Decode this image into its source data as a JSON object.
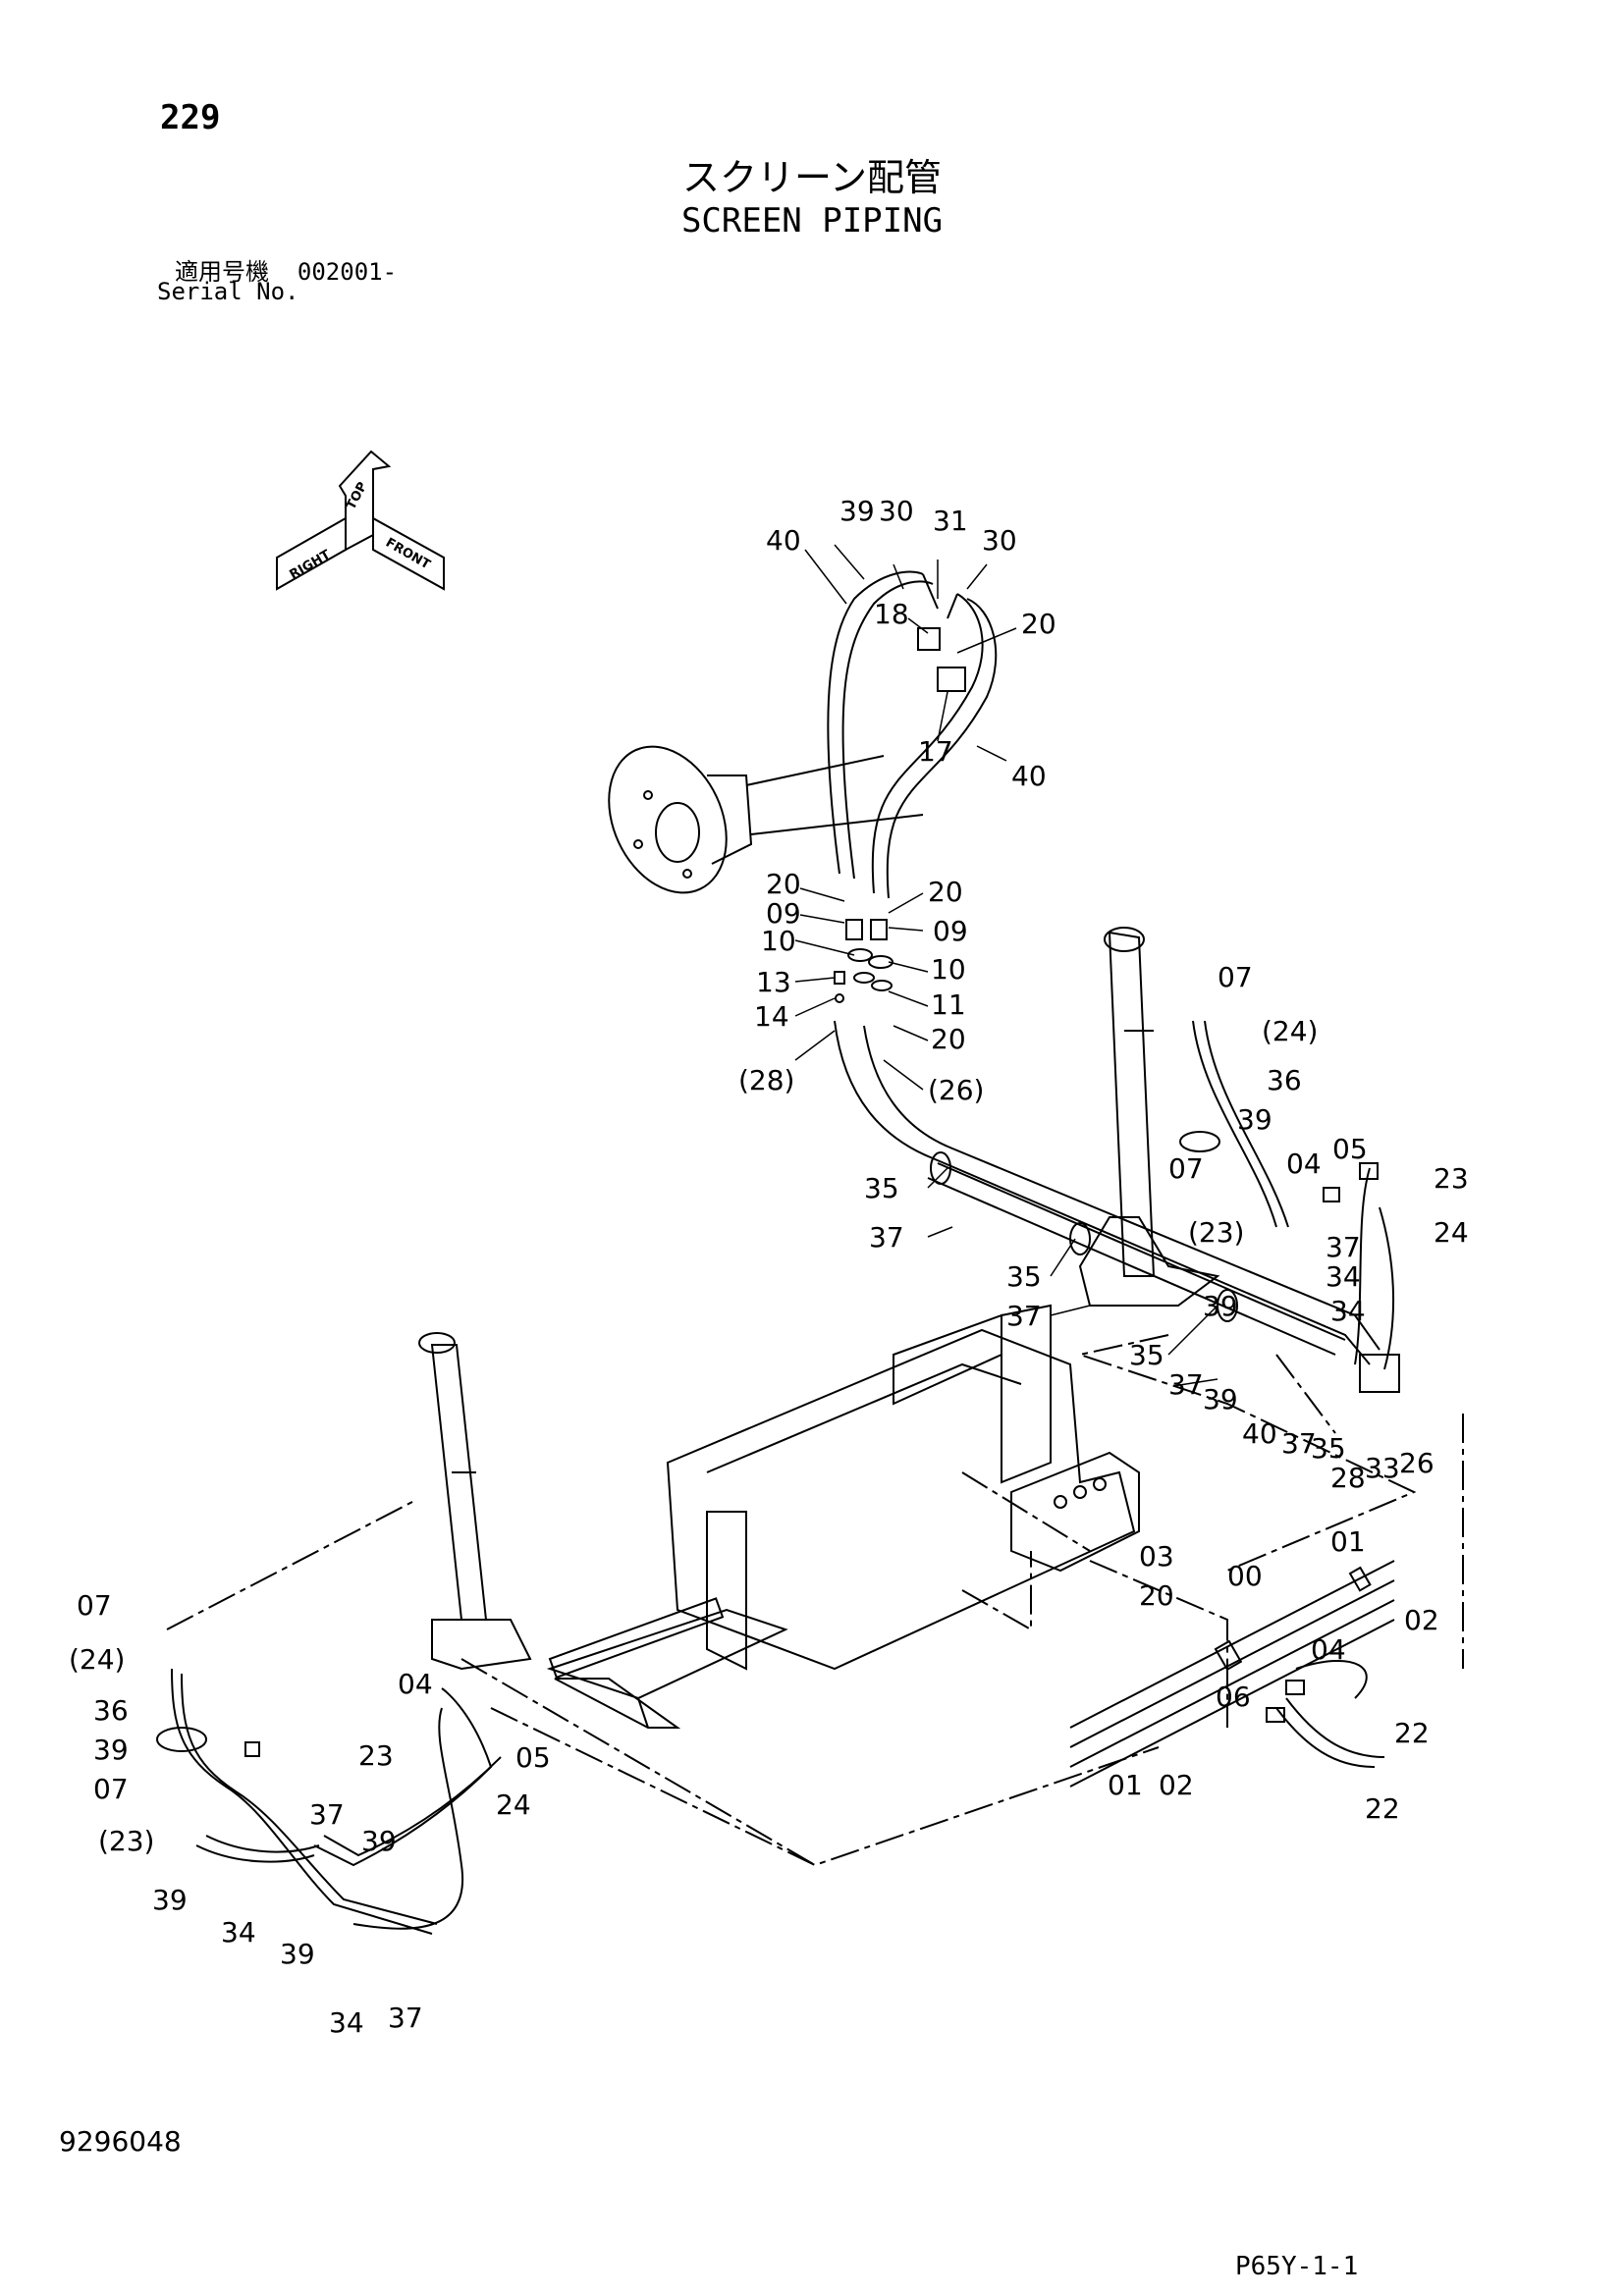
{
  "header": {
    "page_number": "229",
    "title_jp": "スクリーン配管",
    "title_en": "SCREEN PIPING",
    "serial_label_jp": "適用号機",
    "serial_range": "002001-",
    "serial_label_en": "Serial No."
  },
  "orientation": {
    "top": "TOP",
    "right": "RIGHT",
    "front": "FRONT"
  },
  "callouts": {
    "c_39_top": "39",
    "c_30_top": "30",
    "c_31": "31",
    "c_30_right": "30",
    "c_40_top": "40",
    "c_18": "18",
    "c_20_top": "20",
    "c_17": "17",
    "c_40_mid": "40",
    "c_20_a": "20",
    "c_09_a": "09",
    "c_10_a": "10",
    "c_13": "13",
    "c_14": "14",
    "c_28_paren": "(28)",
    "c_20_b": "20",
    "c_09_b": "09",
    "c_10_b": "10",
    "c_11": "11",
    "c_20_c": "20",
    "c_26_paren": "(26)",
    "c_07_r1": "07",
    "c_24_paren_r": "(24)",
    "c_36_r": "36",
    "c_39_r1": "39",
    "c_07_r2": "07",
    "c_23_paren_r": "(23)",
    "c_04_r": "04",
    "c_05_r": "05",
    "c_23_r": "23",
    "c_24_r": "24",
    "c_37_r1": "37",
    "c_34_r1": "34",
    "c_39_r2": "39",
    "c_34_r2": "34",
    "c_35_a": "35",
    "c_37_a": "37",
    "c_35_b": "35",
    "c_37_b": "37",
    "c_35_c": "35",
    "c_37_c": "37",
    "c_39_c": "39",
    "c_40_r": "40",
    "c_37_d": "37",
    "c_35_d": "35",
    "c_28_r": "28",
    "c_33": "33",
    "c_26_r": "26",
    "c_03": "03",
    "c_20_v": "20",
    "c_01_top": "01",
    "c_00": "00",
    "c_02_top": "02",
    "c_04_b": "04",
    "c_06": "06",
    "c_22_a": "22",
    "c_22_b": "22",
    "c_01_bot": "01",
    "c_02_bot": "02",
    "c_07_l1": "07",
    "c_24_paren_l": "(24)",
    "c_36_l": "36",
    "c_39_l1": "39",
    "c_07_l2": "07",
    "c_23_paren_l": "(23)",
    "c_39_l2": "39",
    "c_34_l1": "34",
    "c_37_l1": "37",
    "c_39_l3": "39",
    "c_39_l4": "39",
    "c_34_l2": "34",
    "c_37_l2": "37",
    "c_04_l": "04",
    "c_23_l": "23",
    "c_05_l": "05",
    "c_24_l": "24"
  },
  "footer": {
    "drawing_number": "9296048",
    "page_ref": "P65Y-1-1"
  }
}
